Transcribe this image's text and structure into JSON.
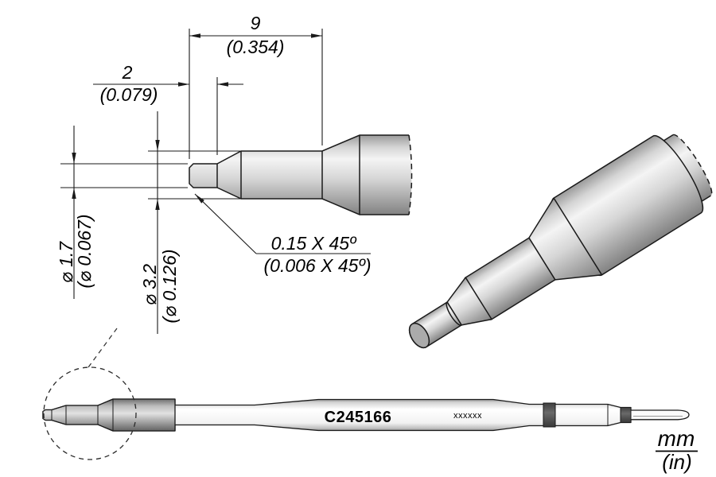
{
  "drawing": {
    "dim_length_total": {
      "mm": "9",
      "in": "(0.354)"
    },
    "dim_length_tip": {
      "mm": "2",
      "in": "(0.079)"
    },
    "dim_dia_tip": {
      "mm": "⌀ 1.7",
      "in": "(⌀ 0.067)"
    },
    "dim_dia_shaft": {
      "mm": "⌀ 3.2",
      "in": "(⌀ 0.126)"
    },
    "chamfer": {
      "mm": "0.15 X 45º",
      "in": "(0.006 X 45º)"
    }
  },
  "cartridge": {
    "part_number": "C245166",
    "marking": "xxxxxx"
  },
  "units_legend": {
    "mm": "mm",
    "in": "(in)"
  },
  "colors": {
    "line": "#1a1a1a",
    "metal_highlight": "#f4f4f4",
    "metal_shadow": "#828282",
    "band": "#4f4f4f",
    "background": "#ffffff"
  }
}
